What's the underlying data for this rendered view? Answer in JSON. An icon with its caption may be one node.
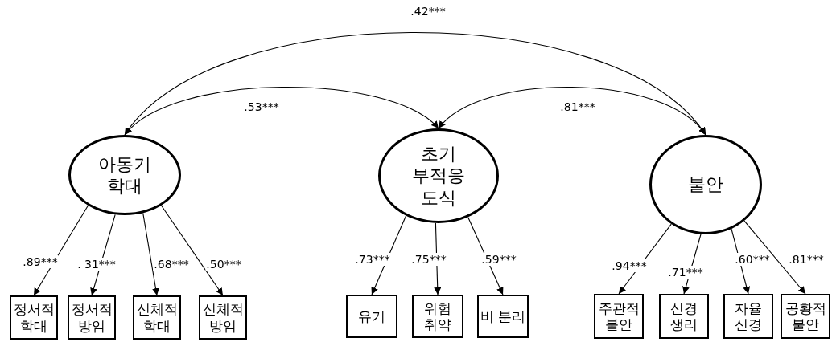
{
  "diagram": {
    "nodes": [
      {
        "text": [
          "아동기 학대"
        ]
      },
      {
        "text": [
          "초기 부적응 도식"
        ]
      },
      {
        "text": [
          "불안"
        ]
      },
      {
        "text": [
          "정서적 학대"
        ]
      },
      {
        "text": [
          "정서적 방임"
        ]
      },
      {
        "text": [
          "신체적 학대"
        ]
      },
      {
        "text": [
          "신체적 방임"
        ]
      },
      {
        "text": [
          "유기"
        ]
      },
      {
        "text": [
          "위험 취약"
        ]
      },
      {
        "text": [
          "비 분리"
        ]
      },
      {
        "text": [
          "주관적 불안"
        ]
      },
      {
        "text": [
          "신경 생리"
        ]
      },
      {
        "text": [
          "자율 신경"
        ]
      },
      {
        "text": [
          "공황적 불안"
        ]
      }
    ],
    "edges": [
      {
        "from": 0,
        "to": 1,
        "arrow": "both",
        "label": ".53***"
      },
      {
        "from": 1,
        "to": 2,
        "arrow": "both",
        "label": ".81***"
      },
      {
        "from": 0,
        "to": 2,
        "arrow": "both",
        "label": ".42***"
      },
      {
        "from": 0,
        "to": 3,
        "arrow": "to",
        "label": ".89***"
      },
      {
        "from": 0,
        "to": 4,
        "arrow": "to",
        "label": ". 31***"
      },
      {
        "from": 0,
        "to": 5,
        "arrow": "to",
        "label": ".68***"
      },
      {
        "from": 0,
        "to": 6,
        "arrow": "to",
        "label": ".50***"
      },
      {
        "from": 1,
        "to": 7,
        "arrow": "to",
        "label": ".73***"
      },
      {
        "from": 1,
        "to": 8,
        "arrow": "to",
        "label": ".75***"
      },
      {
        "from": 1,
        "to": 9,
        "arrow": "to",
        "label": ".59***"
      },
      {
        "from": 2,
        "to": 10,
        "arrow": "to",
        "label": ".94***"
      },
      {
        "from": 2,
        "to": 11,
        "arrow": "to",
        "label": ".71***"
      },
      {
        "from": 2,
        "to": 12,
        "arrow": "to",
        "label": ".60***"
      },
      {
        "from": 2,
        "to": 13,
        "arrow": "to",
        "label": ".81***"
      }
    ]
  }
}
